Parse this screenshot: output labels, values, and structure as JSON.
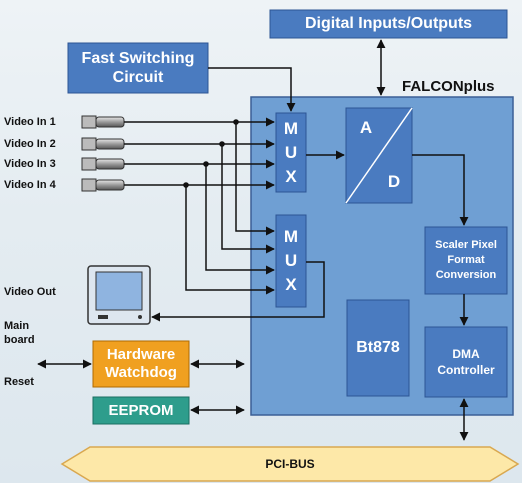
{
  "title": "FALCONplus",
  "digital_io": "Digital Inputs/Outputs",
  "fast_switching": [
    "Fast Switching",
    "Circuit"
  ],
  "video_inputs": [
    "Video In 1",
    "Video In 2",
    "Video In 3",
    "Video In 4"
  ],
  "mux_letters": [
    "M",
    "U",
    "X"
  ],
  "adc": {
    "a": "A",
    "d": "D"
  },
  "scaler": [
    "Scaler Pixel",
    "Format",
    "Conversion"
  ],
  "bt878": "Bt878",
  "dma": [
    "DMA",
    "Controller"
  ],
  "video_out": "Video Out",
  "main_board": [
    "Main",
    "board"
  ],
  "reset": "Reset",
  "watchdog": [
    "Hardware",
    "Watchdog"
  ],
  "eeprom": "EEPROM",
  "pci_bus": "PCI-BUS",
  "colors": {
    "board": "#6f9fd3",
    "block": "#4a7bc0",
    "watchdog": "#f0a020",
    "eeprom": "#2e9d8c",
    "pci": "#fde8a8",
    "line": "#111111"
  }
}
